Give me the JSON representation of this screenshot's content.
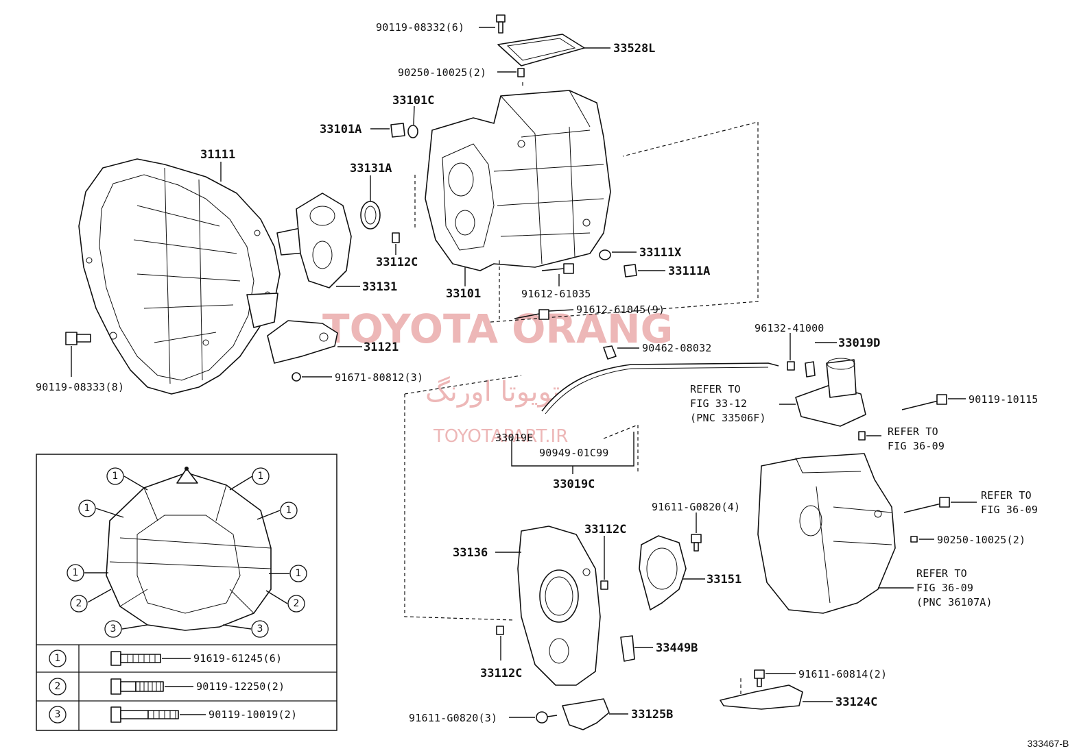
{
  "watermark": {
    "title": "TOYOTA ORANG",
    "persian": "تویوتا اورنگ",
    "site": "TOYOTAPART.IR"
  },
  "figure_id": "333467-B",
  "labels": {
    "p90119_08332": "90119-08332(6)",
    "p33528L": "33528L",
    "p90250_10025a": "90250-10025(2)",
    "p33101C": "33101C",
    "p33101A": "33101A",
    "p31111": "31111",
    "p33131A": "33131A",
    "p33112C_a": "33112C",
    "p33111X": "33111X",
    "p33111A": "33111A",
    "p33131": "33131",
    "p33101": "33101",
    "p91612_61035": "91612-61035",
    "p91612_61045": "91612-61045(9)",
    "p96132_41000": "96132-41000",
    "p33019D": "33019D",
    "p90462_08032": "90462-08032",
    "p31121": "31121",
    "p91671_80812": "91671-80812(3)",
    "p90119_08333": "90119-08333(8)",
    "refer_33_12_a": "REFER TO",
    "refer_33_12_b": "FIG 33-12",
    "refer_33_12_c": "(PNC 33506F)",
    "p90119_10115": "90119-10115",
    "refer_36_09a_a": "REFER TO",
    "refer_36_09a_b": "FIG 36-09",
    "p33019E": "33019E",
    "p90949_01C99": "90949-01C99",
    "p33019C": "33019C",
    "refer_36_09b_a": "REFER TO",
    "refer_36_09b_b": "FIG 36-09",
    "p91611_G0820_4": "91611-G0820(4)",
    "p33112C_b": "33112C",
    "p33136": "33136",
    "p90250_10025b": "90250-10025(2)",
    "p33151": "33151",
    "refer_36_09c_a": "REFER TO",
    "refer_36_09c_b": "FIG 36-09",
    "refer_36_09c_c": "(PNC 36107A)",
    "p33449B": "33449B",
    "p33112C_c": "33112C",
    "p91611_60814": "91611-60814(2)",
    "p33124C": "33124C",
    "p91611_G0820_3": "91611-G0820(3)",
    "p33125B": "33125B"
  },
  "inset": {
    "legend": [
      {
        "num": "1",
        "part": "91619-61245(6)"
      },
      {
        "num": "2",
        "part": "90119-12250(2)"
      },
      {
        "num": "3",
        "part": "90119-10019(2)"
      }
    ],
    "callouts": [
      "1",
      "1",
      "1",
      "1",
      "1",
      "1",
      "1",
      "2",
      "2",
      "3",
      "3"
    ]
  }
}
